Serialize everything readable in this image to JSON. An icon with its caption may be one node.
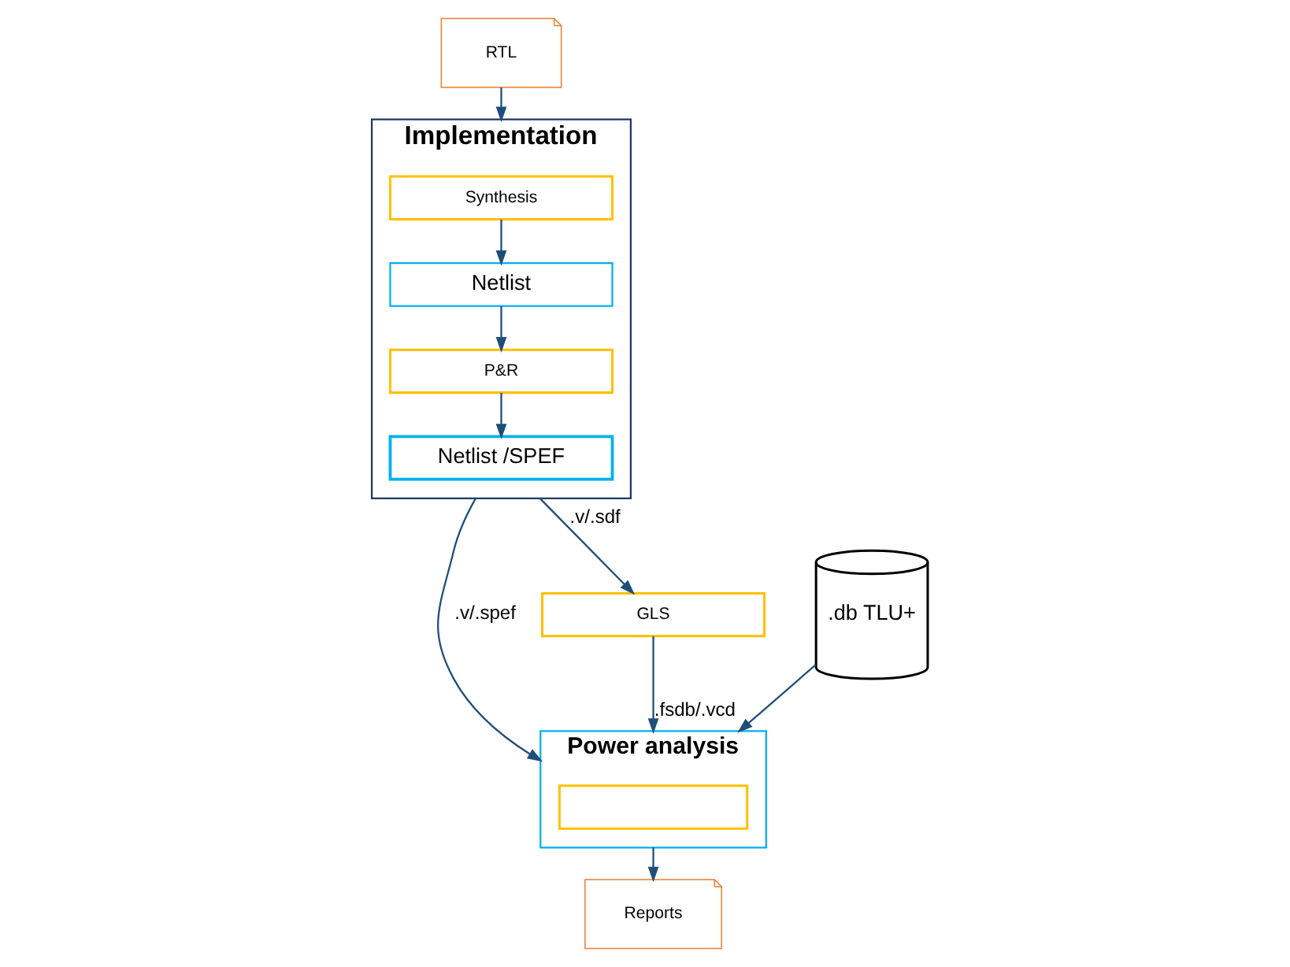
{
  "diagram": {
    "nodes": [
      {
        "text": [
          "RTL"
        ]
      },
      {
        "text": [
          "Implementation"
        ]
      },
      {
        "text": [
          "Synthesis"
        ],
        "in": 1
      },
      {
        "text": [
          "Netlist"
        ],
        "in": 1
      },
      {
        "text": [
          "P&R"
        ],
        "in": 1
      },
      {
        "text": [
          "Netlist /SPEF"
        ],
        "in": 1
      },
      {
        "text": [
          ".db TLU+"
        ]
      },
      {
        "text": [
          "Power analysis"
        ]
      },
      {
        "text": [],
        "shape": "box",
        "in": 7
      },
      {
        "text": [
          "Reports"
        ]
      },
      {
        "text": [
          "GLS"
        ]
      }
    ],
    "edges": [
      {
        "from": 0,
        "to": 1,
        "arrow": "to"
      },
      {
        "from": 2,
        "to": 3,
        "arrow": "to"
      },
      {
        "from": 3,
        "to": 4,
        "arrow": "to"
      },
      {
        "from": 4,
        "to": 5,
        "arrow": "to"
      },
      {
        "from": 1,
        "to": 7,
        "label": ".v/.spef",
        "arrow": "to"
      },
      {
        "from": 6,
        "to": 7,
        "arrow": "to"
      },
      {
        "from": 7,
        "to": 9,
        "arrow": "to"
      },
      {
        "from": 1,
        "to": 10,
        "label": ".v/.sdf",
        "arrow": "to"
      },
      {
        "from": 10,
        "to": 7,
        "label": ".fsdb/.vcd",
        "arrow": "to"
      }
    ]
  }
}
